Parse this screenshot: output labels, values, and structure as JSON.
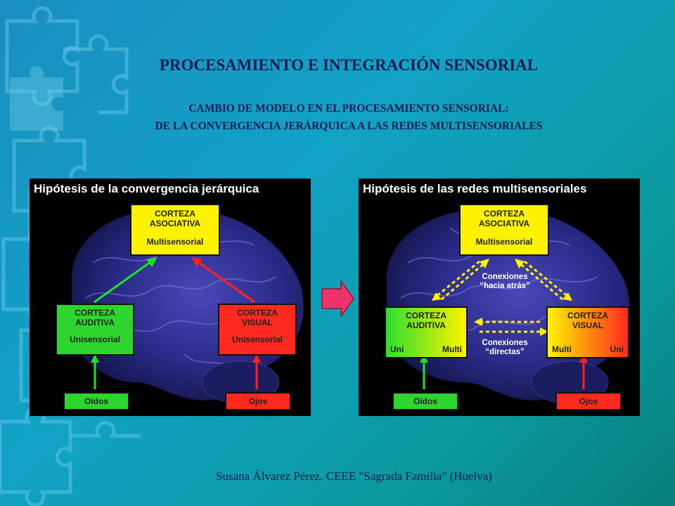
{
  "slide": {
    "title": "PROCESAMIENTO E INTEGRACIÓN SENSORIAL",
    "subtitle_line1": "CAMBIO DE MODELO  EN EL PROCESAMIENTO SENSORIAL:",
    "subtitle_line2": "DE LA CONVERGENCIA  JERÁRQUICA A LAS REDES MULTISENSORIALES",
    "footer": "Susana Álvarez Pérez. CEEE \"Sagrada Familia\" (Huelva)"
  },
  "colors": {
    "background": "#12a2c6",
    "title_text": "#1a1a4e",
    "yellow_box": "#fff200",
    "green_box": "#2fd52f",
    "red_box": "#ff2a1f",
    "transition_arrow": "#f0336b"
  },
  "left_panel": {
    "title": "Hipótesis de la convergencia jerárquica",
    "associative": {
      "line1": "CORTEZA",
      "line2": "ASOCIATIVA",
      "line3": "Multisensorial"
    },
    "auditory": {
      "line1": "CORTEZA",
      "line2": "AUDITIVA",
      "line3": "Unisensorial"
    },
    "visual": {
      "line1": "CORTEZA",
      "line2": "VISUAL",
      "line3": "Unisensorial"
    },
    "ears": "Oídos",
    "eyes": "Ojos"
  },
  "right_panel": {
    "title": "Hipótesis de las redes multisensoriales",
    "associative": {
      "line1": "CORTEZA",
      "line2": "ASOCIATIVA",
      "line3": "Multisensorial"
    },
    "auditory": {
      "line1": "CORTEZA",
      "line2": "AUDITIVA",
      "left": "Uni",
      "right": "Multi"
    },
    "visual": {
      "line1": "CORTEZA",
      "line2": "VISUAL",
      "left": "Multi",
      "right": "Uni"
    },
    "note_back_1": "Conexiones",
    "note_back_2": "“hacia atrás”",
    "note_direct_1": "Conexiones",
    "note_direct_2": "“directas”",
    "ears": "Oídos",
    "eyes": "Ojos"
  },
  "icons": {
    "background_decoration": "puzzle-pieces",
    "transition": "right-arrow-icon"
  }
}
